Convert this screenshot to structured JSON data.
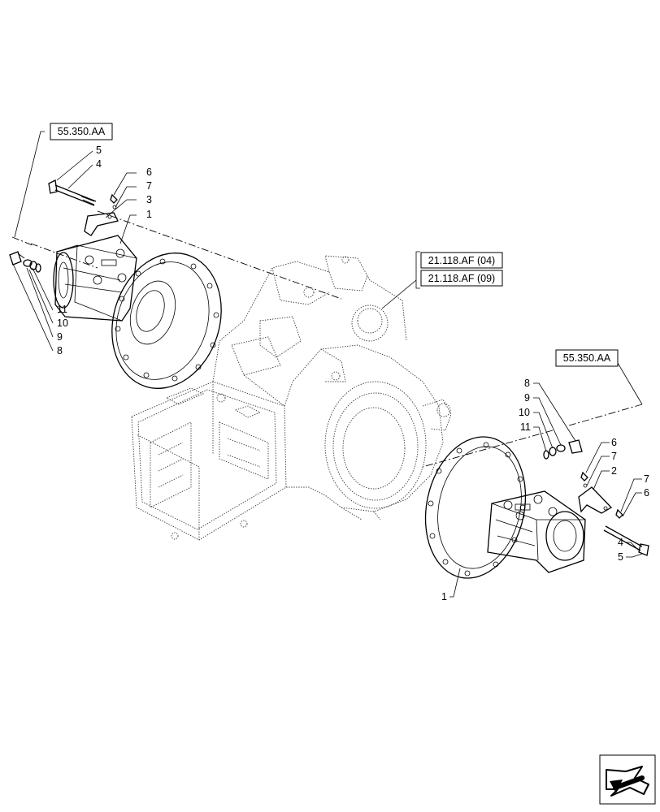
{
  "references": {
    "left_top": "55.350.AA",
    "center_1": "21.118.AF (04)",
    "center_2": "21.118.AF (09)",
    "right_top": "55.350.AA"
  },
  "left_callouts": {
    "c5": "5",
    "c4": "4",
    "c6": "6",
    "c7": "7",
    "c3": "3",
    "c1": "1",
    "c11": "11",
    "c10": "10",
    "c9": "9",
    "c8": "8"
  },
  "right_callouts": {
    "c8": "8",
    "c9": "9",
    "c10": "10",
    "c11": "11",
    "c6": "6",
    "c7": "7",
    "c2": "2",
    "c7b": "7",
    "c6b": "6",
    "c4": "4",
    "c5": "5",
    "c1": "1"
  },
  "icons": {
    "nav": "previous-page-arrow-icon"
  }
}
